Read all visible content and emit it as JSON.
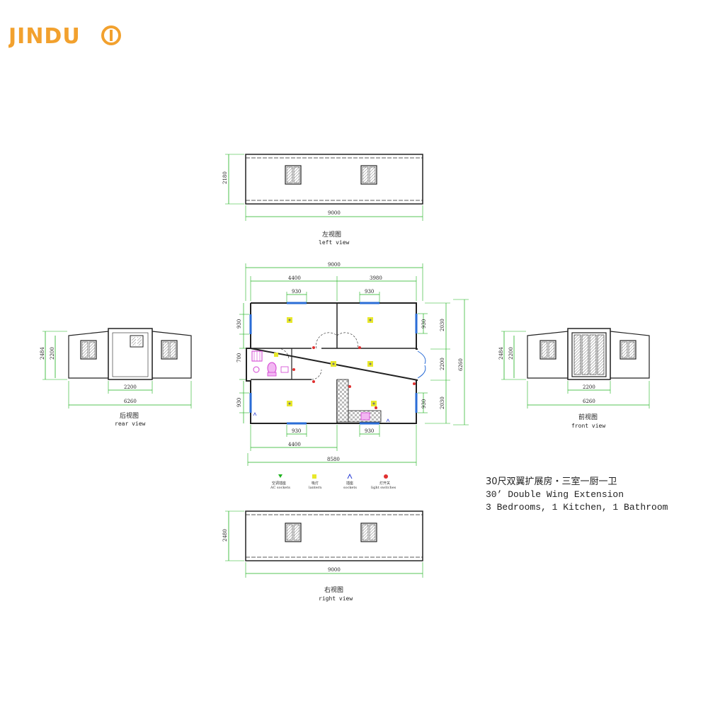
{
  "brand": {
    "name": "JINDU",
    "color": "#f2a12e"
  },
  "colors": {
    "dim_line": "#1fb31f",
    "wall": "#222222",
    "window_blue": "#2a6cd6",
    "lamp": "#e8e82a",
    "bath": "#d23fd2"
  },
  "views": {
    "left": {
      "zh": "左视图",
      "en": "left view",
      "height": "2180",
      "width": "9000"
    },
    "right": {
      "zh": "右视图",
      "en": "right view",
      "height": "2480",
      "width": "9000"
    },
    "rear": {
      "zh": "后视图",
      "en": "rear view",
      "height_total": "2484",
      "height_mid": "2200",
      "width_mid": "2200",
      "width_total": "6260"
    },
    "front": {
      "zh": "前视图",
      "en": "front view",
      "height_total": "2484",
      "height_mid": "2200",
      "width_mid": "2200",
      "width_total": "6260"
    }
  },
  "plan": {
    "top_total": "9000",
    "top_left": "4400",
    "top_right": "3980",
    "win_top_left": "930",
    "win_top_right": "930",
    "left_upper": "930",
    "left_mid": "700",
    "left_lower": "930",
    "right_upper": "930",
    "right_lower": "930",
    "right_seg_1": "2030",
    "right_seg_2": "2200",
    "right_seg_3": "2030",
    "right_total": "6260",
    "bottom_win": "930",
    "bottom_left": "4400",
    "bottom_total": "8580"
  },
  "legend": [
    {
      "zh": "空调插座",
      "en": "AC sockets",
      "icon": "ac-socket-icon",
      "color": "#1fb31f"
    },
    {
      "zh": "吸灯",
      "en": "lantern",
      "icon": "lantern-icon",
      "color": "#e8e82a"
    },
    {
      "zh": "插座",
      "en": "sockets",
      "icon": "socket-icon",
      "color": "#2a3fd6"
    },
    {
      "zh": "灯开关",
      "en": "light switches",
      "icon": "light-switch-icon",
      "color": "#e03030"
    }
  ],
  "description": {
    "zh": "30尺双翼扩展房・三室一厨一卫",
    "en1": "30’ Double Wing Extension",
    "en2": "3 Bedrooms, 1 Kitchen, 1 Bathroom"
  }
}
